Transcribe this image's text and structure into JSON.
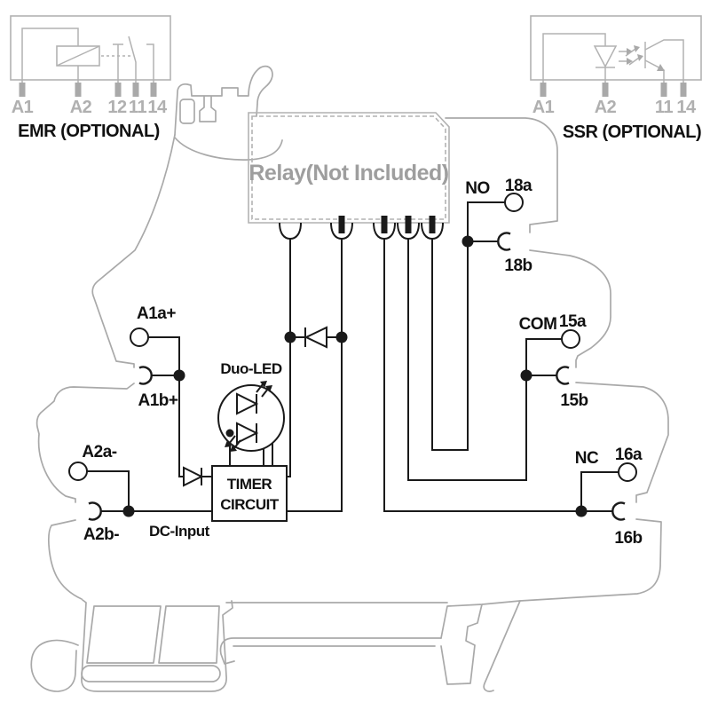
{
  "colors": {
    "background": "#ffffff",
    "circuit": "#1a1a1a",
    "module_outline": "#a9a9a9",
    "optional_gray": "#b0b0b0",
    "relay_text": "#9e9e9e"
  },
  "emr_module": {
    "title": "EMR (OPTIONAL)",
    "terminals": [
      "A1",
      "A2",
      "12",
      "11",
      "14"
    ]
  },
  "ssr_module": {
    "title": "SSR (OPTIONAL)",
    "terminals": [
      "A1",
      "A2",
      "11",
      "14"
    ]
  },
  "relay_socket": {
    "label": "Relay(Not Included)"
  },
  "timer_circuit": {
    "line1": "TIMER",
    "line2": "CIRCUIT"
  },
  "duo_led": {
    "label": "Duo-LED"
  },
  "dc_input": {
    "label": "DC-Input"
  },
  "input_terminals": {
    "a1a": "A1a+",
    "a1b": "A1b+",
    "a2a": "A2a-",
    "a2b": "A2b-"
  },
  "output_terminals": {
    "no": {
      "name": "NO",
      "top": "18a",
      "bottom": "18b"
    },
    "com": {
      "name": "COM",
      "top": "15a",
      "bottom": "15b"
    },
    "nc": {
      "name": "NC",
      "top": "16a",
      "bottom": "16b"
    }
  }
}
